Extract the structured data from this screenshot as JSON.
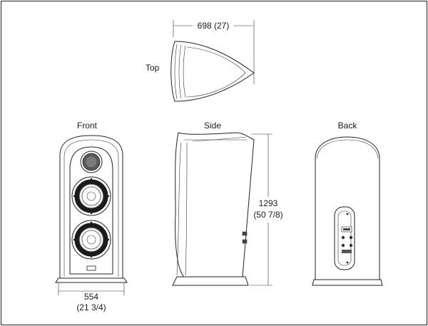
{
  "views": {
    "top": "Top",
    "front": "Front",
    "side": "Side",
    "back": "Back"
  },
  "dimensions": {
    "depth": "698 (27)",
    "height_mm": "1293",
    "height_in": "(50 7/8)",
    "width_mm": "554",
    "width_in": "(21 3/4)"
  }
}
